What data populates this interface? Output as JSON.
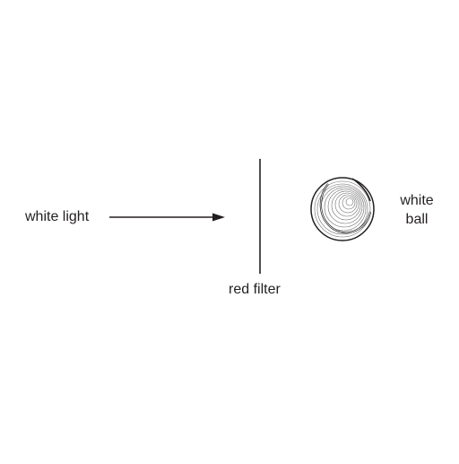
{
  "labels": {
    "light_source": "white light",
    "filter": "red filter",
    "object_line1": "white",
    "object_line2": "ball"
  },
  "colors": {
    "ink": "#231f20",
    "background": "#ffffff"
  },
  "icons": {
    "arrow": "arrow-right-icon",
    "ball": "tennis-ball-icon"
  }
}
